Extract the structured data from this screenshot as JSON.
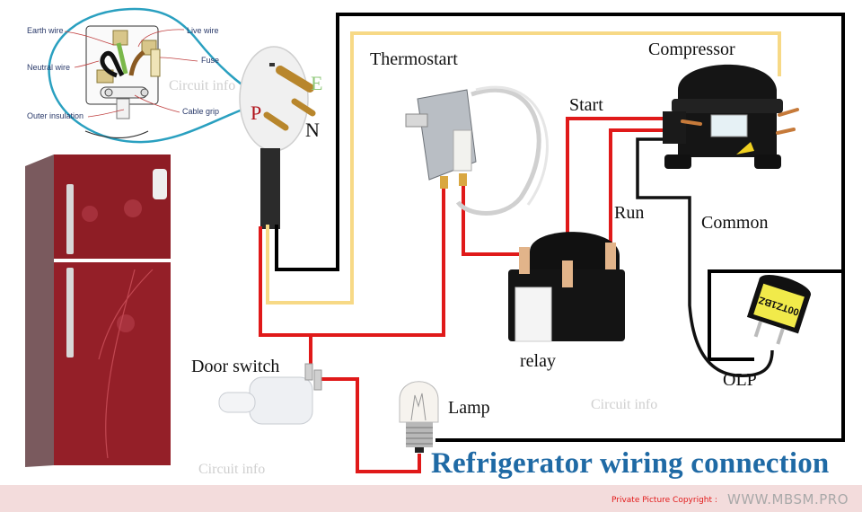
{
  "diagram": {
    "title": "Refrigerator wiring connection",
    "components": {
      "thermostat": "Thermostart",
      "compressor": "Compressor",
      "start": "Start",
      "run": "Run",
      "common": "Common",
      "relay": "relay",
      "olp": "OLP",
      "door_switch": "Door switch",
      "lamp": "Lamp"
    },
    "plug": {
      "earth": "E",
      "phase": "P",
      "neutral": "N"
    },
    "inset": {
      "earth_wire": "Earth wire",
      "live_wire": "Live wire",
      "neutral_wire": "Neutral wire",
      "fuse": "Fuse",
      "outer_insulation": "Outer insulation",
      "cable_grip": "Cable grip"
    },
    "olp_part_code": "00TZ1BZ",
    "watermarks": [
      "Circuit info",
      "Circuit info",
      "Circuit info"
    ],
    "wire_colors": {
      "phase": "#e01919",
      "neutral": "#000000",
      "earth": "#f7d986"
    },
    "label_colors": {
      "earth": "#8fc87a",
      "phase": "#b0121a",
      "neutral": "#111111",
      "title": "#1f6aa5"
    }
  },
  "footer": {
    "copyright_label": "Private Picture Copyright :",
    "site": "WWW.MBSM.PRO"
  }
}
